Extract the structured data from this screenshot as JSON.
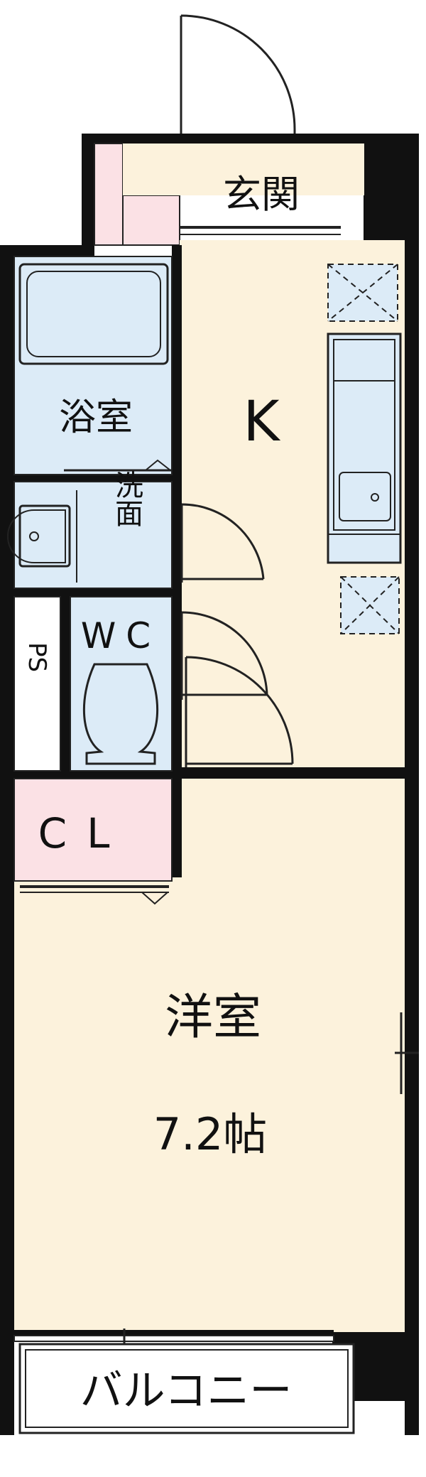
{
  "rooms": {
    "entrance": "玄関",
    "kitchen": "K",
    "bathroom": "浴室",
    "washroom": "洗面",
    "toilet": "WC",
    "ps": "PS",
    "closet": "CL",
    "western_room": "洋室",
    "western_room_size": "7.2帖",
    "balcony": "バルコニー"
  },
  "colors": {
    "wall": "#111111",
    "floor": "#fcf2dc",
    "wet_area": "#dcebf7",
    "pink": "#fbe1e5",
    "line": "#222222"
  }
}
